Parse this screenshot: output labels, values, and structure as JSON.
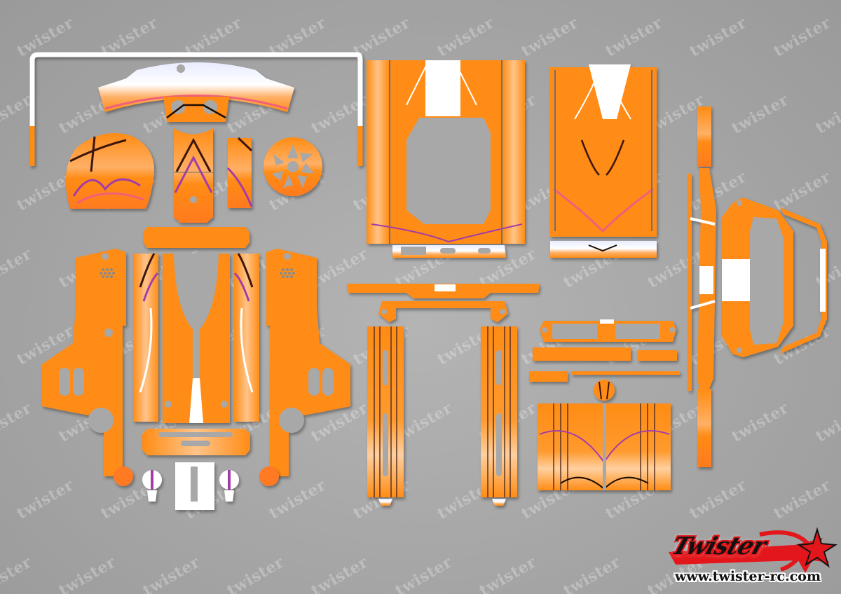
{
  "watermark": {
    "text": "twister",
    "positions": [
      [
        20,
        40
      ],
      [
        140,
        40
      ],
      [
        260,
        40
      ],
      [
        380,
        40
      ],
      [
        500,
        40
      ],
      [
        620,
        40
      ],
      [
        740,
        40
      ],
      [
        860,
        40
      ],
      [
        980,
        40
      ],
      [
        1100,
        40
      ],
      [
        -40,
        150
      ],
      [
        80,
        150
      ],
      [
        200,
        150
      ],
      [
        320,
        150
      ],
      [
        440,
        150
      ],
      [
        560,
        150
      ],
      [
        680,
        150
      ],
      [
        800,
        150
      ],
      [
        920,
        150
      ],
      [
        1040,
        150
      ],
      [
        1160,
        150
      ],
      [
        20,
        260
      ],
      [
        140,
        260
      ],
      [
        260,
        260
      ],
      [
        380,
        260
      ],
      [
        500,
        260
      ],
      [
        620,
        260
      ],
      [
        740,
        260
      ],
      [
        860,
        260
      ],
      [
        980,
        260
      ],
      [
        1100,
        260
      ],
      [
        -40,
        370
      ],
      [
        80,
        370
      ],
      [
        200,
        370
      ],
      [
        320,
        370
      ],
      [
        440,
        370
      ],
      [
        560,
        370
      ],
      [
        680,
        370
      ],
      [
        800,
        370
      ],
      [
        920,
        370
      ],
      [
        1040,
        370
      ],
      [
        1160,
        370
      ],
      [
        20,
        480
      ],
      [
        140,
        480
      ],
      [
        260,
        480
      ],
      [
        380,
        480
      ],
      [
        500,
        480
      ],
      [
        620,
        480
      ],
      [
        740,
        480
      ],
      [
        860,
        480
      ],
      [
        980,
        480
      ],
      [
        1100,
        480
      ],
      [
        -40,
        590
      ],
      [
        80,
        590
      ],
      [
        200,
        590
      ],
      [
        320,
        590
      ],
      [
        440,
        590
      ],
      [
        560,
        590
      ],
      [
        680,
        590
      ],
      [
        800,
        590
      ],
      [
        920,
        590
      ],
      [
        1040,
        590
      ],
      [
        1160,
        590
      ],
      [
        20,
        700
      ],
      [
        140,
        700
      ],
      [
        260,
        700
      ],
      [
        380,
        700
      ],
      [
        500,
        700
      ],
      [
        620,
        700
      ],
      [
        740,
        700
      ],
      [
        860,
        700
      ],
      [
        980,
        700
      ],
      [
        1100,
        700
      ],
      [
        -40,
        810
      ],
      [
        80,
        810
      ],
      [
        200,
        810
      ],
      [
        320,
        810
      ],
      [
        440,
        810
      ],
      [
        560,
        810
      ],
      [
        680,
        810
      ],
      [
        800,
        810
      ],
      [
        920,
        810
      ]
    ]
  },
  "colors": {
    "background": "#a8a8a8",
    "decal_orange": "#ff8c14",
    "decal_light": "#ffc48a",
    "flame_pink": "#f0607a",
    "flame_purple": "#a23ca8",
    "flame_dark": "#3c140a",
    "highlight_white": "#ffffff",
    "logo_red": "#e3171b",
    "logo_black": "#111111"
  },
  "logo": {
    "wordmark": "Twister",
    "url": "www.twister-rc.com"
  }
}
